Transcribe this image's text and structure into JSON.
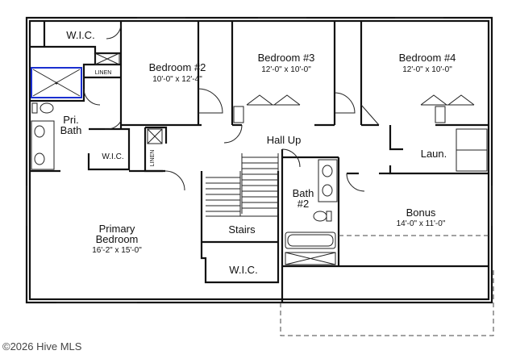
{
  "rooms": {
    "wic_top": "W.I.C.",
    "bedroom2": {
      "name": "Bedroom #2",
      "dims": "10'-0\" x 12'-4\""
    },
    "bedroom3": {
      "name": "Bedroom #3",
      "dims": "12'-0\" x 10'-0\""
    },
    "bedroom4": {
      "name": "Bedroom #4",
      "dims": "12'-0\" x 10'-0\""
    },
    "linen_top": "LINEN",
    "pri_bath": {
      "line1": "Pri.",
      "line2": "Bath"
    },
    "wic_mid": "W.I.C.",
    "linen_mid": "LINEN",
    "hall_up": "Hall Up",
    "laundry": "Laun.",
    "bath2": {
      "line1": "Bath",
      "line2": "#2"
    },
    "bonus": {
      "name": "Bonus",
      "dims": "14'-0\" x 11'-0\""
    },
    "primary_bedroom": {
      "line1": "Primary",
      "line2": "Bedroom",
      "dims": "16'-2\" x 15'-0\""
    },
    "stairs": "Stairs",
    "wic_bottom": "W.I.C."
  },
  "watermark": "©2026 Hive MLS",
  "colors": {
    "shower_highlight": "#1a2fd0",
    "wall": "#111111"
  }
}
